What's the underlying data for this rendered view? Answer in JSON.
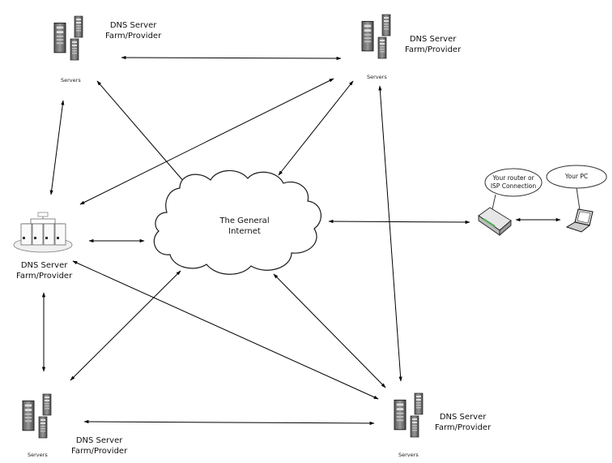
{
  "nodes": {
    "top_left": {
      "title_line1": "DNS Server",
      "title_line2": "Farm/Provider",
      "servers_label": "Servers"
    },
    "top_right": {
      "title_line1": "DNS Server",
      "title_line2": "Farm/Provider",
      "servers_label": "Servers"
    },
    "left": {
      "title_line1": "DNS Server",
      "title_line2": "Farm/Provider"
    },
    "bottom_left": {
      "title_line1": "DNS Server",
      "title_line2": "Farm/Provider",
      "servers_label": "Servers"
    },
    "bottom_right": {
      "title_line1": "DNS Server",
      "title_line2": "Farm/Provider",
      "servers_label": "Servers"
    },
    "internet": {
      "line1": "The General",
      "line2": "Internet"
    },
    "router": {
      "line1": "Your router or",
      "line2": "ISP Connection"
    },
    "pc": {
      "label": "Your PC"
    }
  },
  "icons": {
    "server": "server-rack-icon",
    "cluster": "server-cluster-icon",
    "cloud": "cloud-icon",
    "router": "router-icon",
    "laptop": "laptop-icon"
  }
}
